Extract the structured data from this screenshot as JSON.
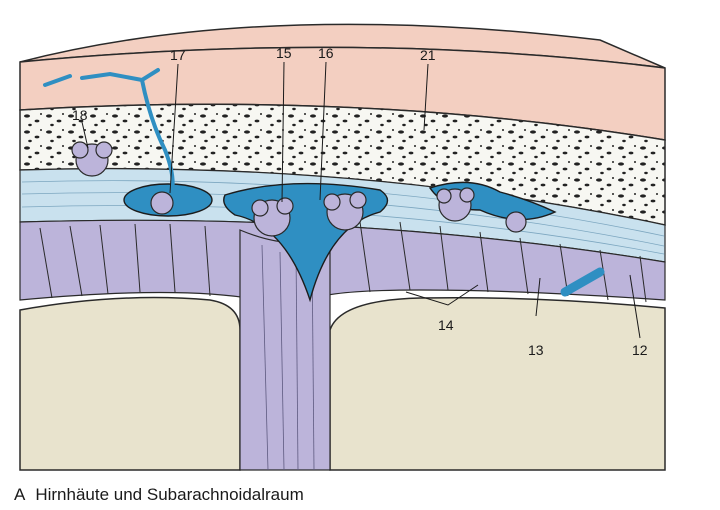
{
  "figure": {
    "caption_letter": "A",
    "caption_text": "Hirnhäute und Subarachnoidalraum"
  },
  "labels": {
    "l12": "12",
    "l13": "13",
    "l14": "14",
    "l15": "15",
    "l16": "16",
    "l17": "17",
    "l18": "18",
    "l21": "21"
  },
  "colors": {
    "skin": "#f3cfc1",
    "bone": "#f7f7f2",
    "dura": "#c9e1ee",
    "arachnoid": "#bcb4da",
    "brain": "#e8e3cd",
    "sinus": "#2f8fc2",
    "outline": "#2a2a2a"
  }
}
